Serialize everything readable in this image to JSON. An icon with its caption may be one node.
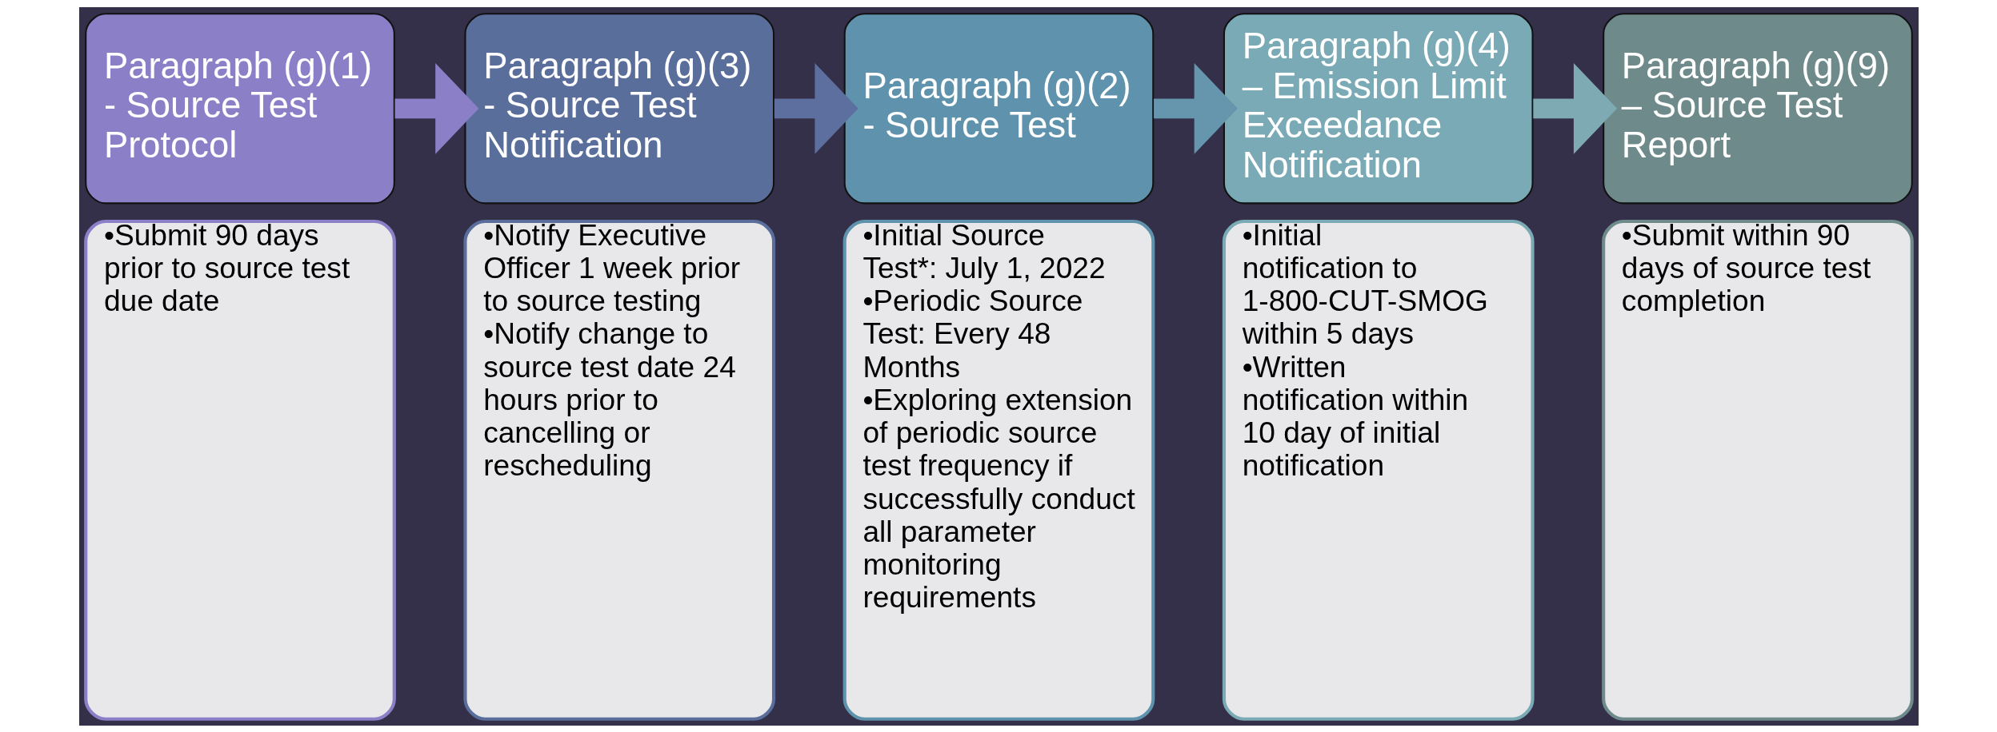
{
  "diagram": {
    "nodes": [
      {
        "text": [
          "Paragraph (g)(1) - Source Test Protocol"
        ]
      },
      {
        "text": [
          "Paragraph (g)(3) - Source Test Notification"
        ]
      },
      {
        "text": [
          "Paragraph (g)(2) - Source Test"
        ]
      },
      {
        "text": [
          "Paragraph (g)(4) – Emission Limit Exceedance Notification"
        ]
      },
      {
        "text": [
          "Paragraph (g)(9) – Source Test Report"
        ]
      },
      {
        "text": [
          "•Submit 90 days prior to source test due date"
        ]
      },
      {
        "text": [
          "•Notify Executive Officer 1 week prior to source testing",
          "•Notify change to source test date 24 hours prior to cancelling or rescheduling"
        ]
      },
      {
        "text": [
          "•Initial Source Test*: July 1, 2022",
          "•Periodic Source Test: Every 48 Months",
          "•Exploring extension of periodic source test frequency if successfully conduct all parameter monitoring requirements"
        ]
      },
      {
        "text": [
          "•Initial notification to 1-800-CUT-SMOG within 5 days",
          "•Written notification within 10 day of initial notification"
        ]
      },
      {
        "text": [
          "•Submit within 90 days of source test completion"
        ]
      }
    ],
    "edges": [
      {
        "from": 0,
        "to": 1,
        "arrow": "to",
        "color": "#8b7fc7"
      },
      {
        "from": 1,
        "to": 2,
        "arrow": "to",
        "color": "#5d6f9e"
      },
      {
        "from": 2,
        "to": 3,
        "arrow": "to",
        "color": "#6596ad"
      },
      {
        "from": 3,
        "to": 4,
        "arrow": "to",
        "color": "#7eaab3"
      }
    ]
  }
}
